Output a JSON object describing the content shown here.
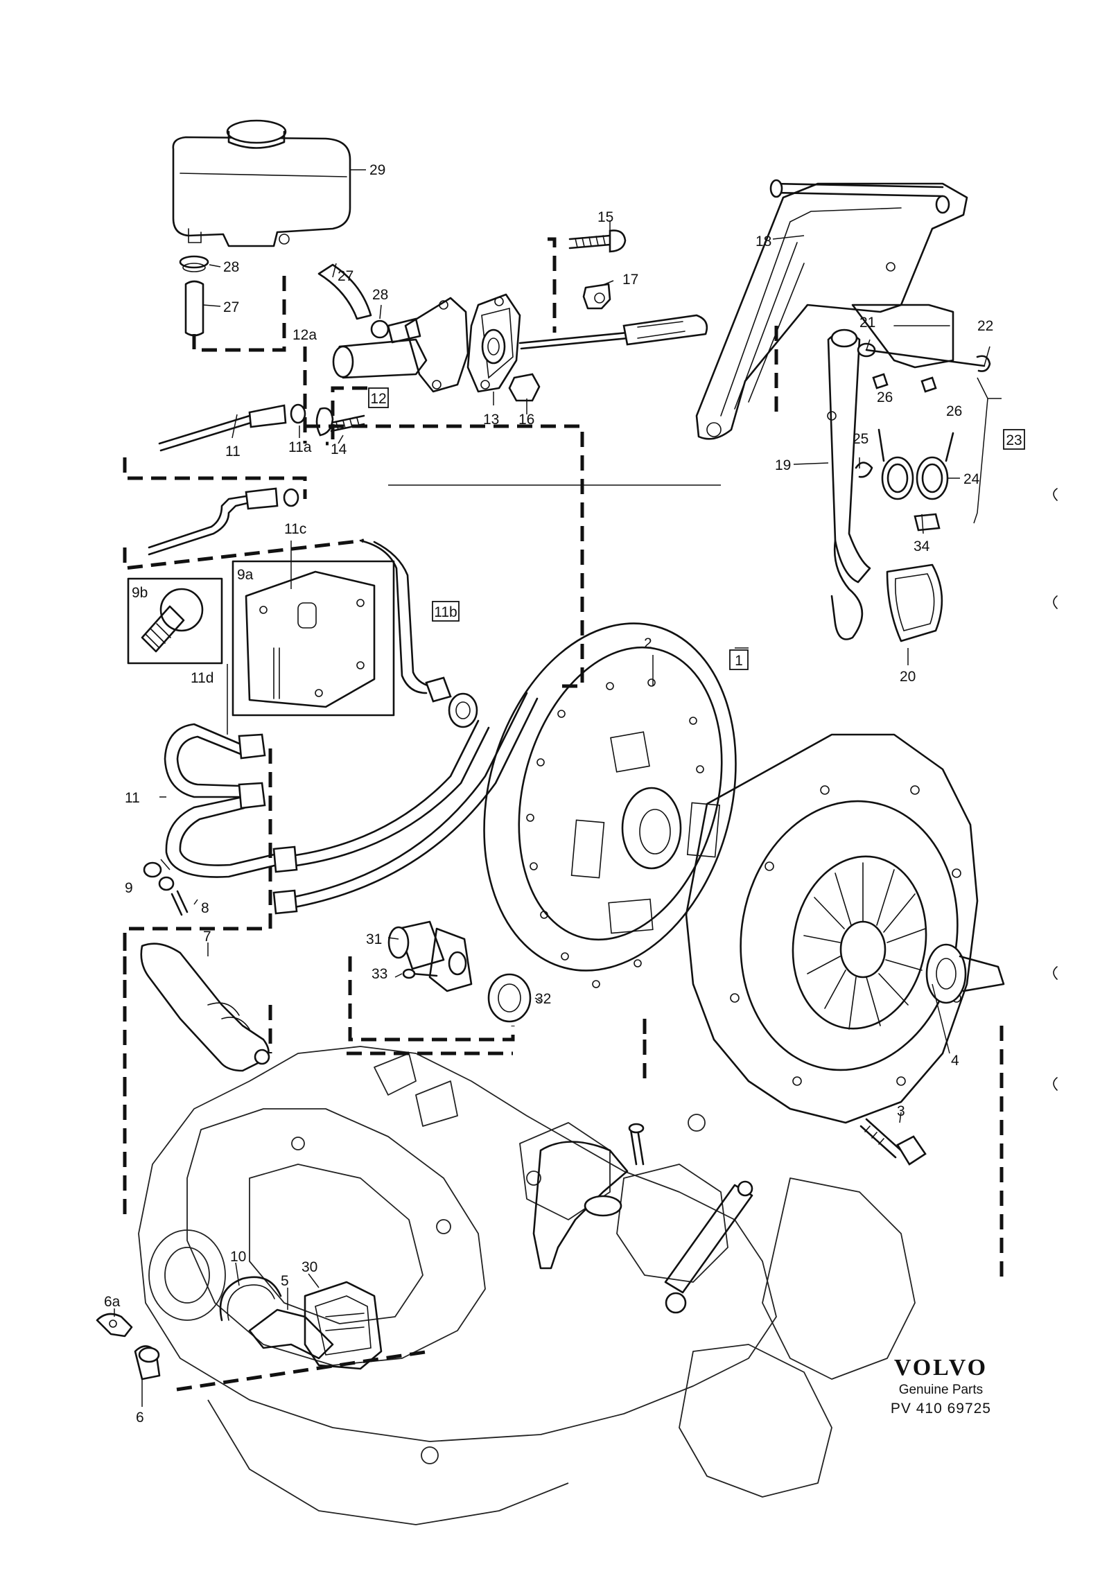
{
  "brand": {
    "logo": "VOLVO",
    "subtitle": "Genuine Parts",
    "code": "PV 410 69725"
  },
  "callouts": {
    "p1": "1",
    "p2": "2",
    "p3": "3",
    "p4": "4",
    "p5": "5",
    "p6": "6",
    "p6a": "6a",
    "p7": "7",
    "p8": "8",
    "p9": "9",
    "p9a": "9a",
    "p9b": "9b",
    "p10": "10",
    "p11_top": "11",
    "p11_mid": "11",
    "p11a": "11a",
    "p11b": "11b",
    "p11c": "11c",
    "p11d": "11d",
    "p12": "12",
    "p12a": "12a",
    "p13": "13",
    "p14": "14",
    "p15": "15",
    "p16": "16",
    "p17": "17",
    "p18": "18",
    "p19": "19",
    "p20": "20",
    "p21": "21",
    "p22": "22",
    "p23": "23",
    "p24": "24",
    "p25": "25",
    "p26_left": "26",
    "p26_right": "26",
    "p27_top": "27",
    "p27_bottom": "27",
    "p28_left": "28",
    "p28_right": "28",
    "p29": "29",
    "p30": "30",
    "p31": "31",
    "p32": "32",
    "p33": "33",
    "p34": "34"
  }
}
